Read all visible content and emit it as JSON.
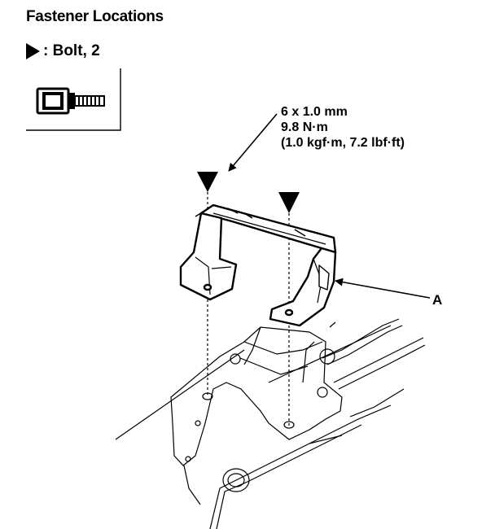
{
  "title": "Fastener Locations",
  "legend": {
    "marker_icon": "black-triangle-icon",
    "label": ": Bolt, 2"
  },
  "torque_spec": {
    "line1": "6 x 1.0 mm",
    "line2": "9.8 N·m",
    "line3": "(1.0 kgf·m, 7.2 lbf·ft)"
  },
  "callouts": {
    "a": "A"
  },
  "colors": {
    "ink": "#000000",
    "paper": "#ffffff"
  }
}
